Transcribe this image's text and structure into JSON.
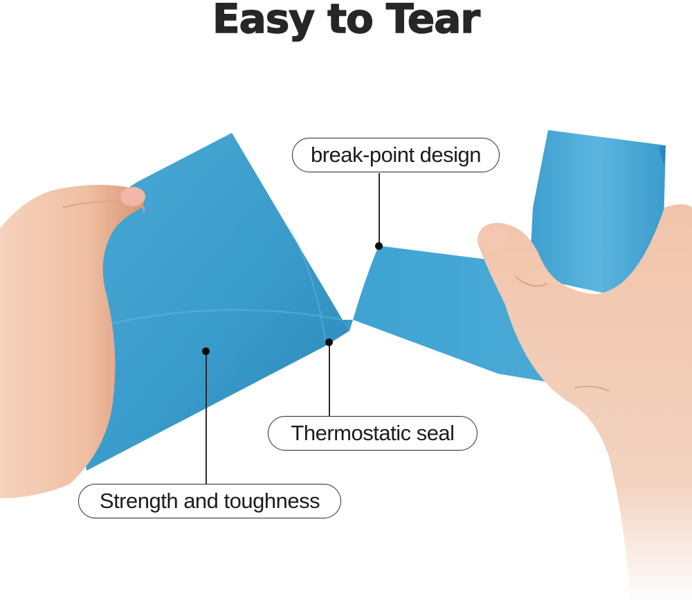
{
  "title": "Easy to Tear",
  "colors": {
    "title_text": "#262626",
    "bag_blue": "#3fa3d2",
    "bag_blue_dark": "#2a86b8",
    "bag_blue_light": "#5bb4de",
    "skin": "#f0c3a8",
    "skin_shadow": "#d99a7c",
    "callout_border": "#2a2a2a",
    "background": "#ffffff"
  },
  "callouts": [
    {
      "id": "break-point",
      "label": "break-point design"
    },
    {
      "id": "thermostatic-seal",
      "label": "Thermostatic seal"
    },
    {
      "id": "strength",
      "label": "Strength and toughness"
    }
  ],
  "icons": {
    "marker": "dot-marker-icon"
  }
}
